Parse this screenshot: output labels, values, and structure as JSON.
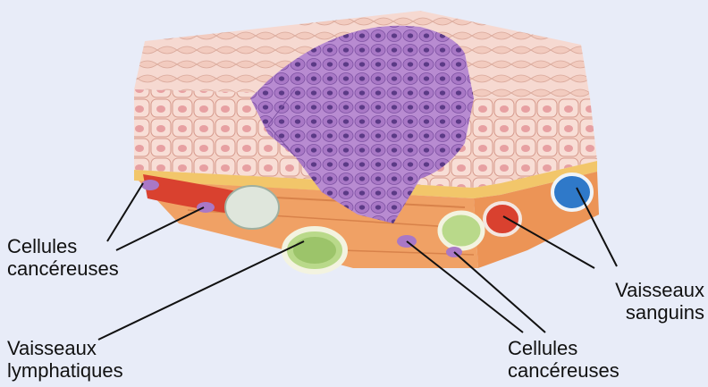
{
  "labels": {
    "cancer_cells_left": {
      "line1": "Cellules",
      "line2": "cancéreuses"
    },
    "lymph_vessels": {
      "line1": "Vaisseaux",
      "line2": "lymphatiques"
    },
    "blood_vessels": {
      "line1": "Vaisseaux",
      "line2": "sanguins"
    },
    "cancer_cells_right": {
      "line1": "Cellules",
      "line2": "cancéreuses"
    }
  },
  "colors": {
    "background": "#e8ecf8",
    "epithelium": "#f3cfc6",
    "cancer_cell": "#a979c6",
    "tissue": "#ef9a5a",
    "blood_vessel_red": "#d9412f",
    "blood_vessel_blue": "#2f79c9",
    "lymph_vessel": "#b8d88a"
  }
}
